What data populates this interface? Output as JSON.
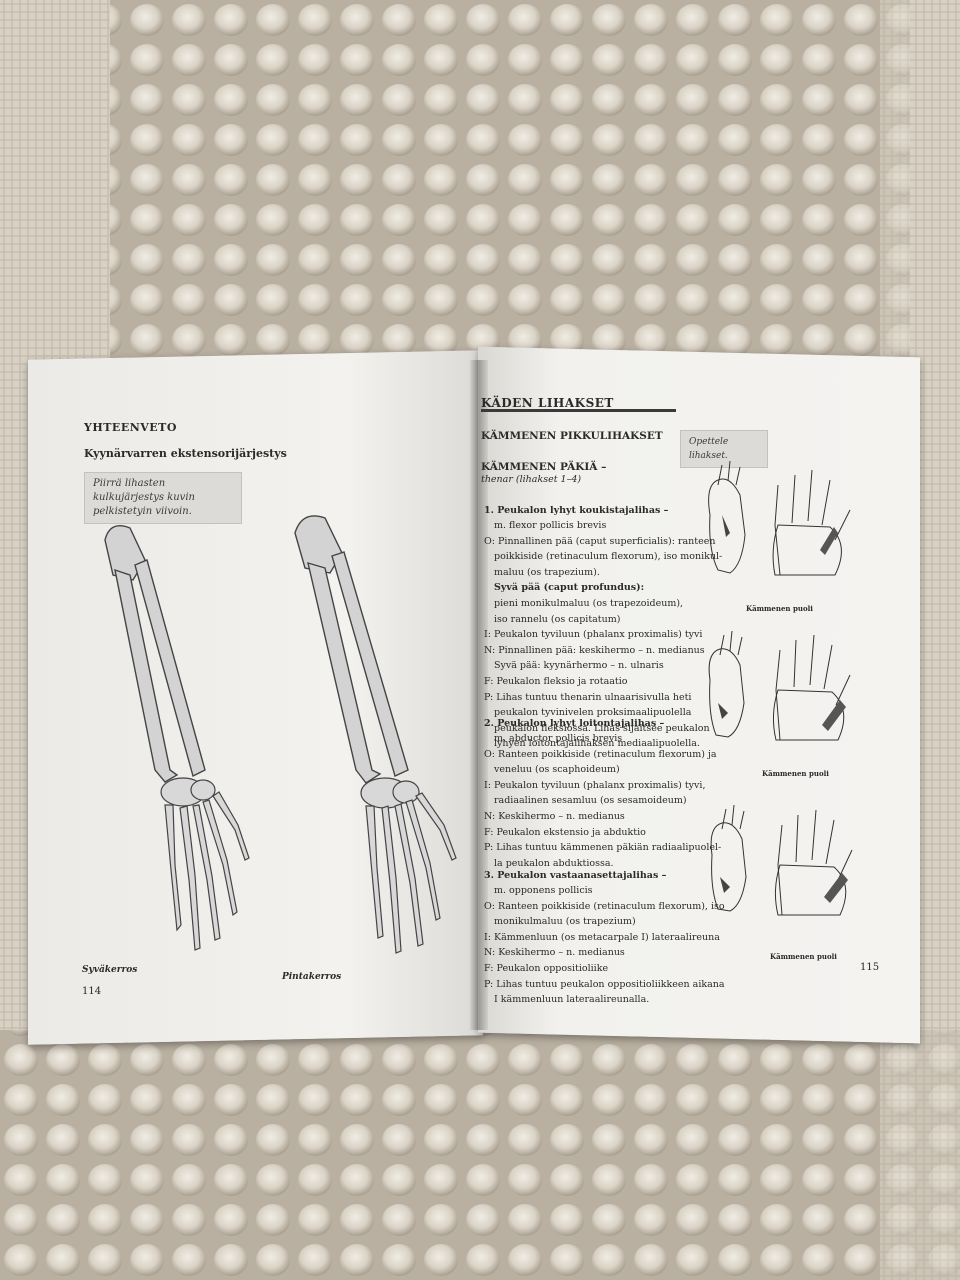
{
  "left_page": {
    "header": "YHTEENVETO",
    "subtitle": "Kyynärvarren ekstensorijärjestys",
    "instruction": [
      "Piirrä lihasten kulkujärjestys kuvin",
      "pelkistetyin viivoin."
    ],
    "caption_left": "Syväkerros",
    "caption_right": "Pintakerros",
    "page_number": "114"
  },
  "right_page": {
    "header": "KÄDEN LIHAKSET",
    "section": "KÄMMENEN PIKKULIHAKSET",
    "subsection": "KÄMMENEN PÄKIÄ –",
    "subsection_note": "thenar (lihakset 1–4)",
    "note": "Opettele lihakset.",
    "page_number": "115",
    "muscles": [
      {
        "title": "1. Peukalon lyhyt koukistajalihas –",
        "lines": [
          "m. flexor pollicis brevis",
          "O: Pinnallinen pää (caput superficialis): ranteen",
          "poikkiside (retinaculum flexorum), iso monikul-",
          "maluu (os trapezium).",
          "Syvä pää (caput profundus):",
          "pieni monikulmaluu (os trapezoideum),",
          "iso rannelu (os capitatum)",
          "I: Peukalon tyviluun (phalanx proximalis) tyvi",
          "N: Pinnallinen pää: keskihermo – n. medianus",
          "Syvä pää: kyynärhermo – n. ulnaris",
          "F: Peukalon fleksio ja rotaatio",
          "P: Lihas tuntuu thenarin ulnaarisivulla heti",
          "peukalon tyvinivelen proksimaalipuolella",
          "peukalon fleksiossa. Lihas sijaitsee peukalon",
          "lyhyen loitontajalihaksen mediaalipuolella."
        ]
      },
      {
        "title": "2. Peukalon lyhyt loitontajalihas –",
        "lines": [
          "m. abductor pollicis brevis",
          "O: Ranteen poikkiside (retinaculum flexorum) ja",
          "veneluu (os scaphoideum)",
          "I: Peukalon tyviluun (phalanx proximalis) tyvi,",
          "radiaalinen sesamluu (os sesamoideum)",
          "N: Keskihermo – n. medianus",
          "F: Peukalon ekstensio ja abduktio",
          "P: Lihas tuntuu kämmenen päkiän radiaalipuolel-",
          "la peukalon abduktiossa."
        ]
      },
      {
        "title": "3. Peukalon vastaanasettajalihas –",
        "lines": [
          "m. opponens pollicis",
          "O: Ranteen poikkiside (retinaculum flexorum), iso",
          "monikulmaluu (os trapezium)",
          "I: Kämmenluun (os metacarpale I) lateraalireuna",
          "N: Keskihermo – n. medianus",
          "F: Peukalon oppositioliike",
          "P: Lihas tuntuu peukalon oppositioliikkeen aikana",
          "I kämmenluun lateraalireunalla."
        ]
      }
    ],
    "figure_captions": [
      "Kämmenen puoli",
      "Kämmenen puoli",
      "Kämmenen puoli"
    ]
  }
}
